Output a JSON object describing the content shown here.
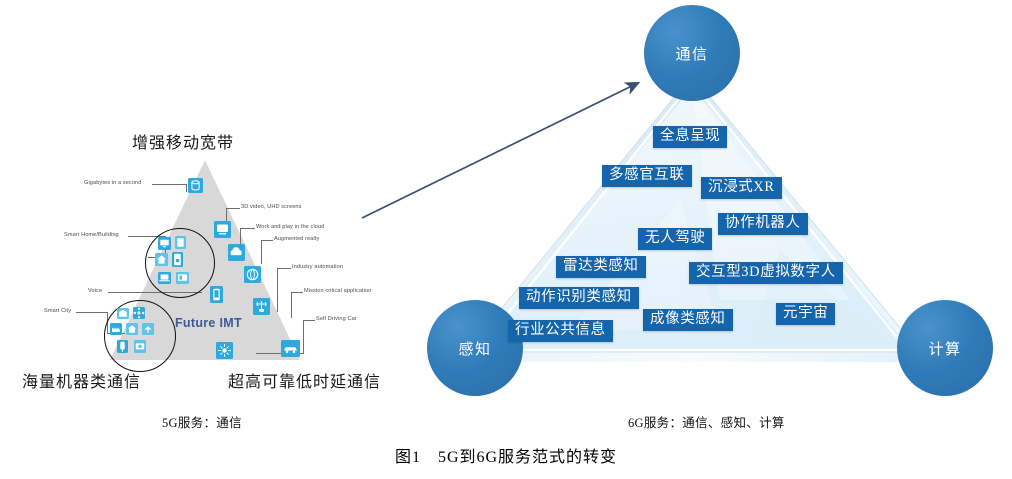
{
  "figure": {
    "caption": "图1　5G到6G服务范式的转变",
    "left_caption": "5G服务：通信",
    "right_caption": "6G服务：通信、感知、计算"
  },
  "left_diagram": {
    "title": "增强移动宽带",
    "center_label": "Future IMT",
    "bottom_left_label": "海量机器类通信",
    "bottom_right_label": "超高可靠低时延通信",
    "callouts": [
      {
        "text": "Gigabytes in a second"
      },
      {
        "text": "Smart Home/Building"
      },
      {
        "text": "Voice"
      },
      {
        "text": "Smart City"
      },
      {
        "text": "3D video, UHD  screens"
      },
      {
        "text": "Work and play in the cloud"
      },
      {
        "text": "Augmented realty"
      },
      {
        "text": "Industry automation"
      },
      {
        "text": "Mission critical  application"
      },
      {
        "text": "Self Driving Car"
      }
    ],
    "triangle_color": "#d8d8d8",
    "icon_color": "#2ea9e0",
    "imt_text_color": "#3c5a96"
  },
  "right_diagram": {
    "nodes": [
      {
        "label": "通信"
      },
      {
        "label": "感知"
      },
      {
        "label": "计算"
      }
    ],
    "keywords": [
      {
        "label": "全息呈现"
      },
      {
        "label": "多感官互联"
      },
      {
        "label": "沉浸式XR"
      },
      {
        "label": "协作机器人"
      },
      {
        "label": "无人驾驶"
      },
      {
        "label": "雷达类感知"
      },
      {
        "label": "交互型3D虚拟数字人"
      },
      {
        "label": "动作识别类感知"
      },
      {
        "label": "成像类感知"
      },
      {
        "label": "行业公共信息"
      },
      {
        "label": "元宇宙"
      }
    ],
    "node_color": "#2f7bb8",
    "keyword_color": "#1565ac"
  },
  "arrow": {
    "name": "transition-arrow",
    "color": "#3b4f73"
  }
}
